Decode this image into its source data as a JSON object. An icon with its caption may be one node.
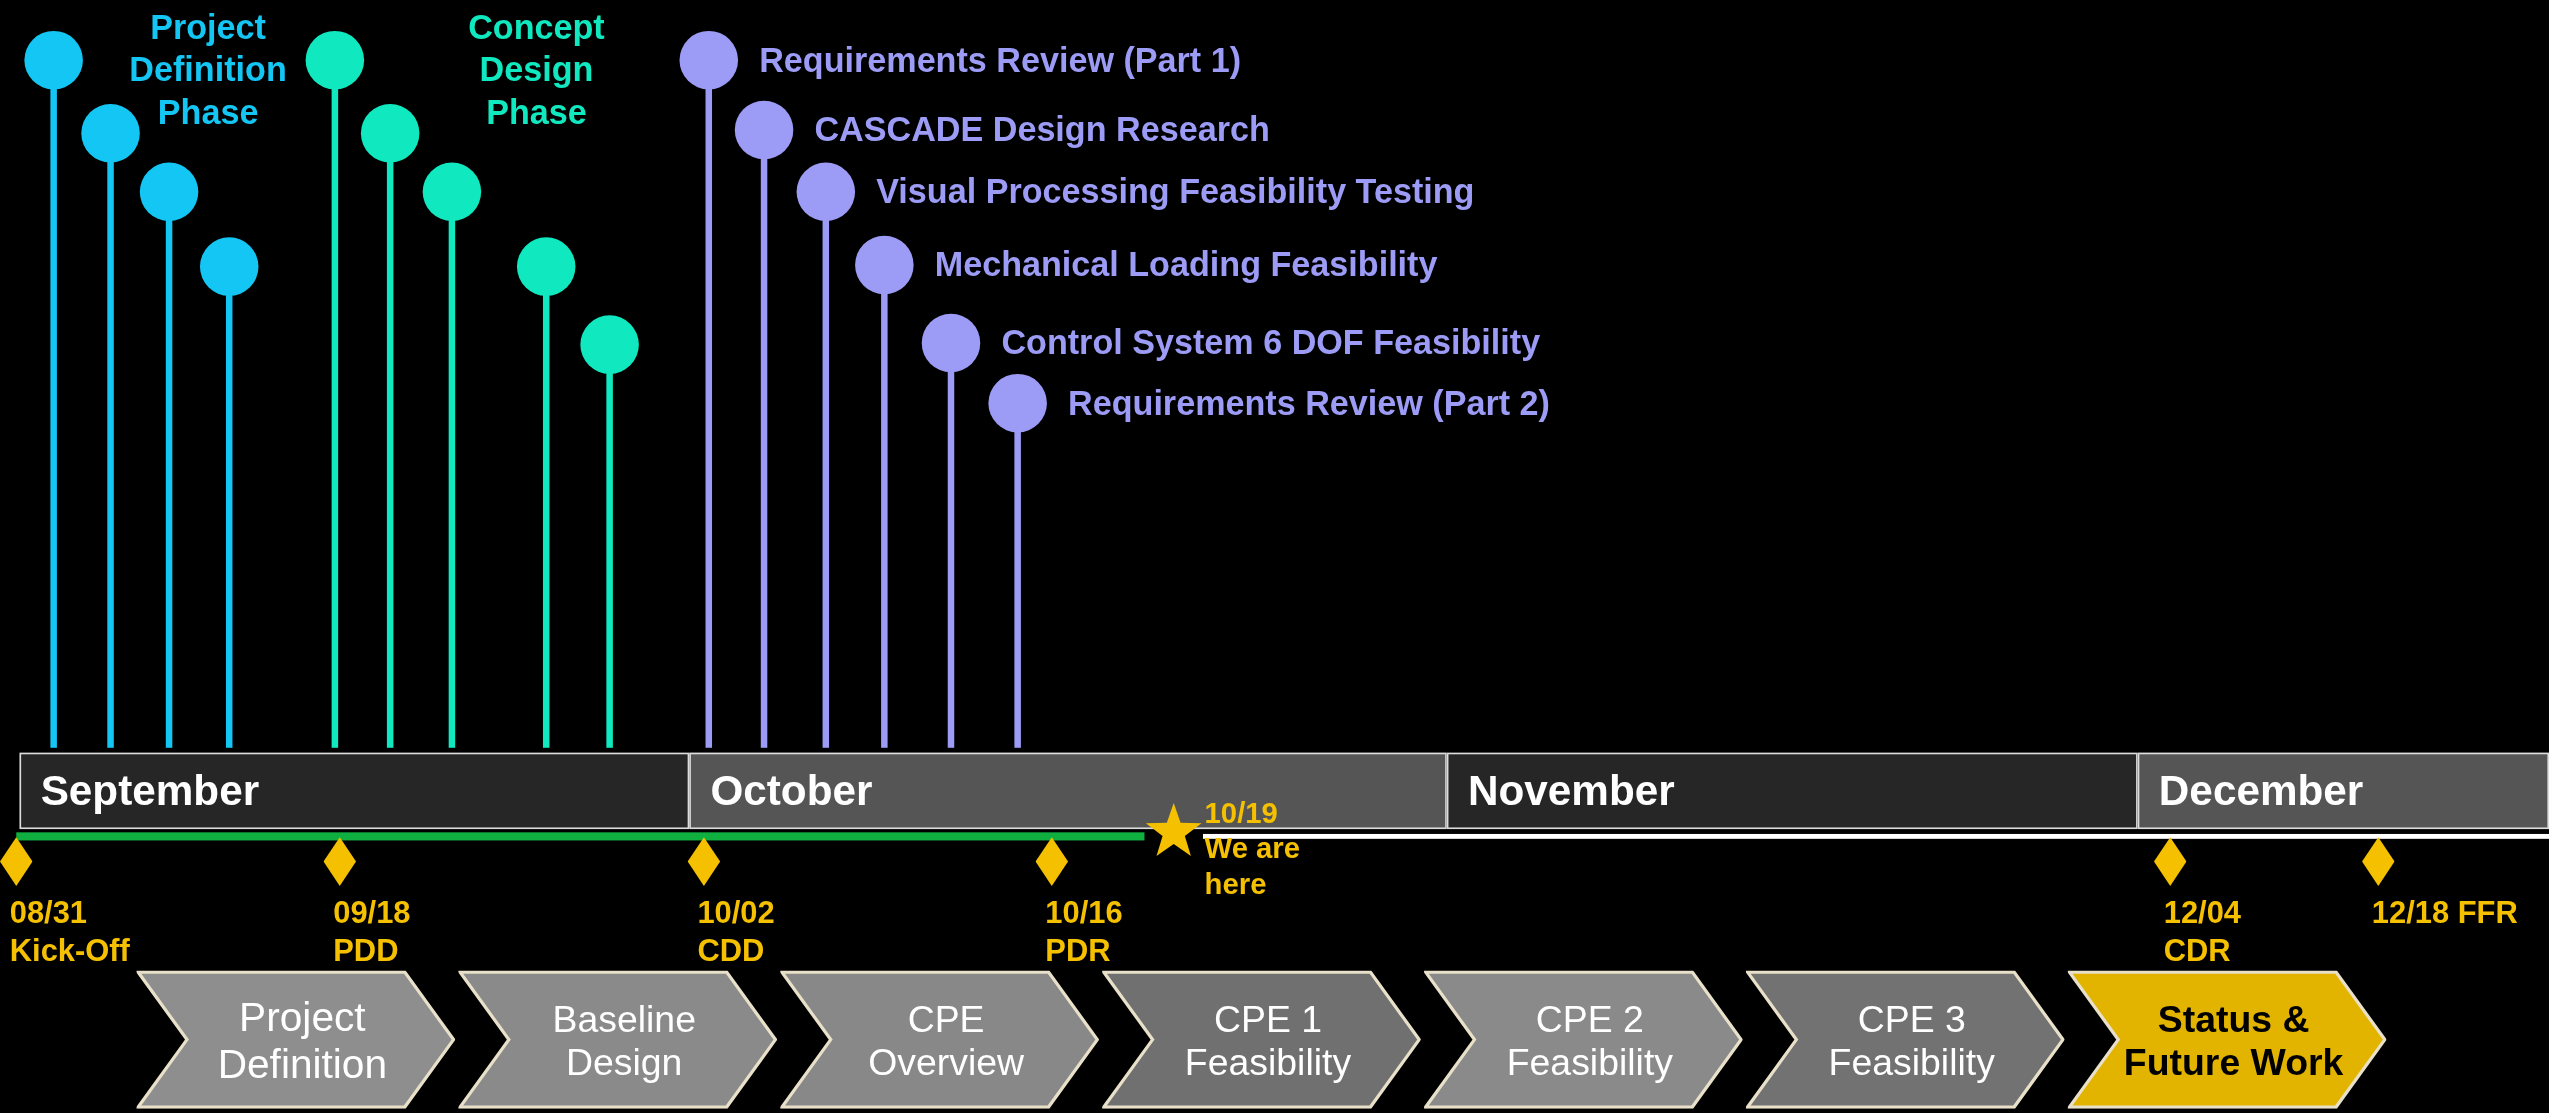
{
  "diagram": {
    "nodes": [
      {
        "text": [],
        "shape": "circle"
      },
      {
        "text": [],
        "shape": "circle"
      },
      {
        "text": [],
        "shape": "circle"
      },
      {
        "text": [],
        "shape": "circle"
      },
      {
        "text": [],
        "shape": "circle"
      },
      {
        "text": [],
        "shape": "circle"
      },
      {
        "text": [],
        "shape": "circle"
      },
      {
        "text": [],
        "shape": "circle"
      },
      {
        "text": [],
        "shape": "circle"
      },
      {
        "text": [],
        "shape": "circle",
        "beside": [
          "Requirements Review (Part 1)"
        ]
      },
      {
        "text": [],
        "shape": "circle",
        "beside": [
          "CASCADE Design Research"
        ]
      },
      {
        "text": [],
        "shape": "circle",
        "beside": [
          "Visual Processing Feasibility Testing"
        ]
      },
      {
        "text": [],
        "shape": "circle",
        "beside": [
          "Mechanical Loading Feasibility"
        ]
      },
      {
        "text": [],
        "shape": "circle",
        "beside": [
          "Control System 6 DOF Feasibility"
        ]
      },
      {
        "text": [],
        "shape": "circle",
        "beside": [
          "Requirements Review (Part 2)"
        ]
      },
      {
        "text": [
          "September"
        ]
      },
      {
        "text": [
          "October"
        ]
      },
      {
        "text": [
          "November"
        ]
      },
      {
        "text": [
          "December"
        ]
      },
      {
        "text": [],
        "shape": "diamond",
        "beside": [
          "08/31 Kick-Off"
        ]
      },
      {
        "text": [],
        "shape": "diamond",
        "beside": [
          "09/18 PDD"
        ]
      },
      {
        "text": [],
        "shape": "diamond",
        "beside": [
          "10/02 CDD"
        ]
      },
      {
        "text": [],
        "shape": "diamond",
        "beside": [
          "10/16 PDR"
        ]
      },
      {
        "text": [],
        "shape": "diamond",
        "beside": [
          "12/04 CDR"
        ]
      },
      {
        "text": [],
        "shape": "diamond",
        "beside": [
          "12/18 FFR"
        ]
      },
      {
        "text": [],
        "shape": "star",
        "beside": [
          "10/19 We are here"
        ]
      },
      {
        "text": [
          "Project Definition"
        ]
      },
      {
        "text": [
          "Baseline Design"
        ]
      },
      {
        "text": [
          "CPE Overview"
        ]
      },
      {
        "text": [
          "CPE 1 Feasibility"
        ]
      },
      {
        "text": [
          "CPE 2 Feasibility"
        ]
      },
      {
        "text": [
          "CPE 3 Feasibility"
        ]
      },
      {
        "text": [
          "Status & Future Work"
        ]
      }
    ],
    "edges": [],
    "labels": [
      "Project Definition Phase",
      "Concept Design Phase"
    ]
  }
}
